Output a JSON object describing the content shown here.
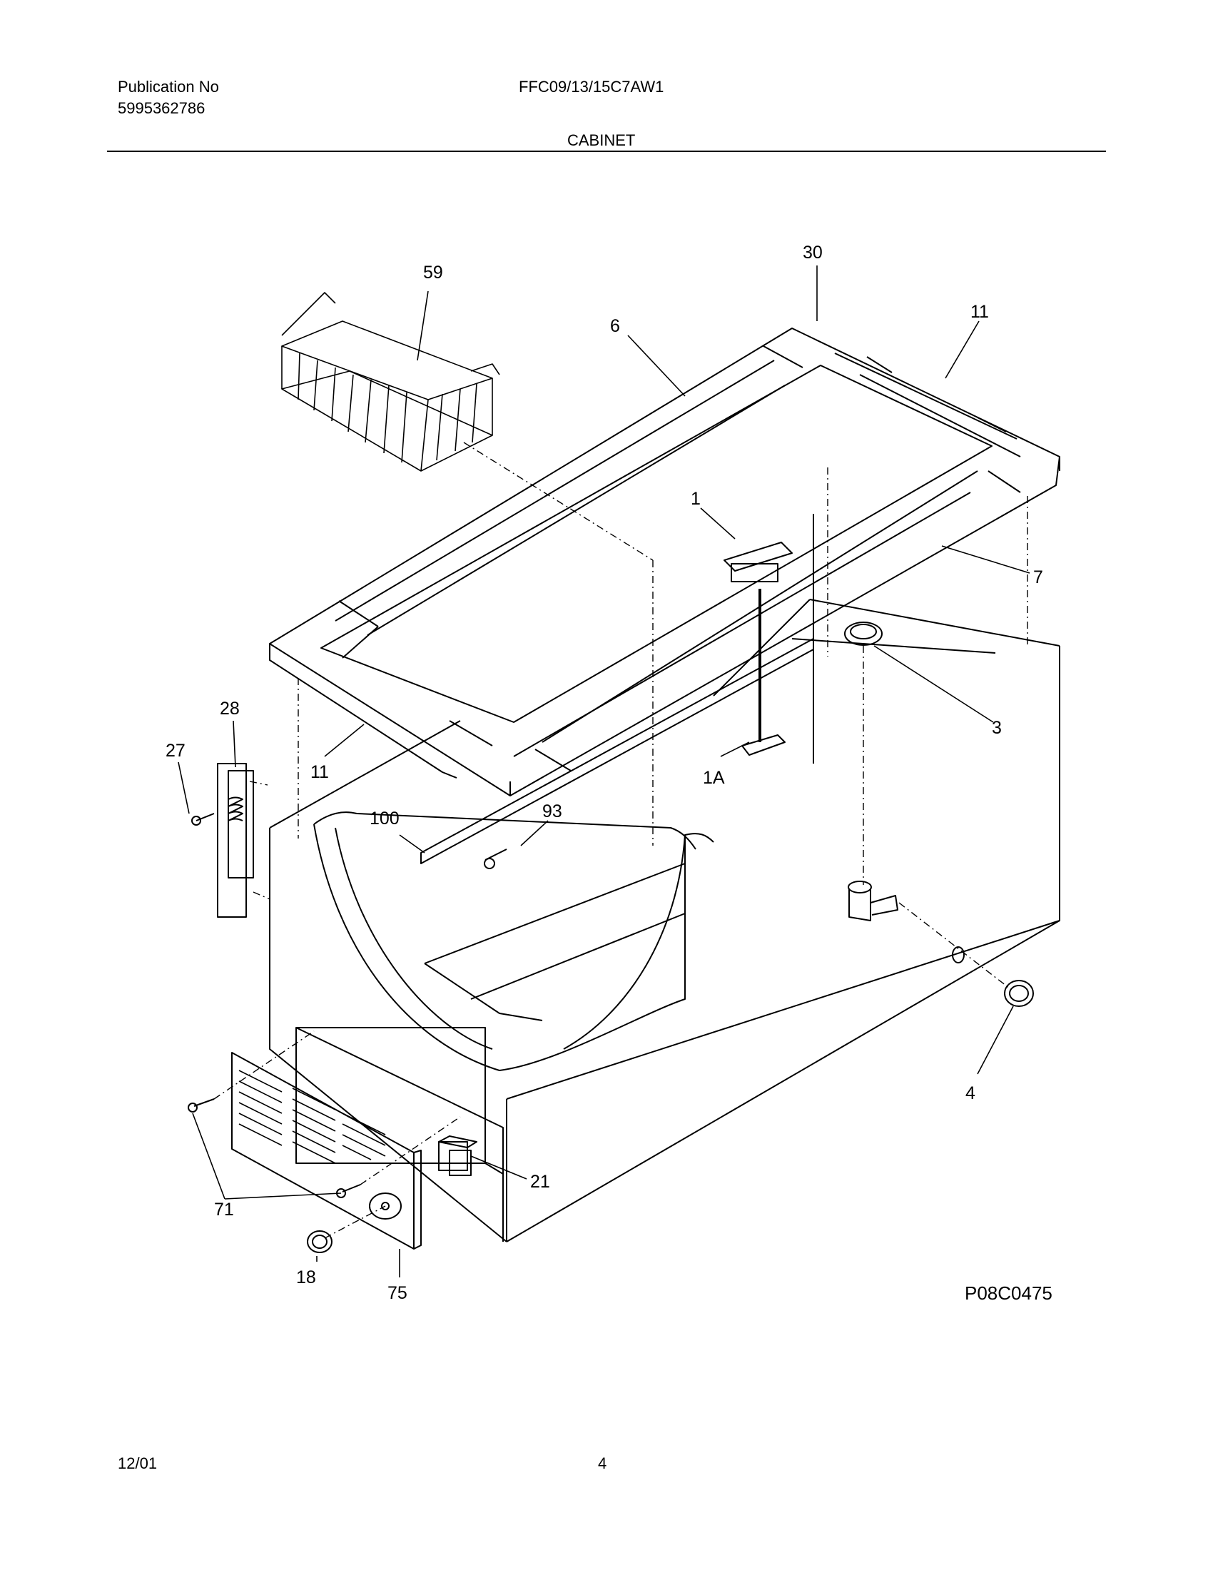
{
  "header": {
    "publication_label": "Publication No",
    "publication_number": "5995362786",
    "model": "FFC09/13/15C7AW1",
    "section": "CABINET"
  },
  "diagram": {
    "code": "P08C0475",
    "callouts": {
      "c59": "59",
      "c30": "30",
      "c6": "6",
      "c11a": "11",
      "c1": "1",
      "c7": "7",
      "c3": "3",
      "c28": "28",
      "c27": "27",
      "c11b": "11",
      "c1A": "1A",
      "c100": "100",
      "c93": "93",
      "c4": "4",
      "c21": "21",
      "c71": "71",
      "c18": "18",
      "c75": "75"
    }
  },
  "footer": {
    "date": "12/01",
    "page": "4"
  }
}
